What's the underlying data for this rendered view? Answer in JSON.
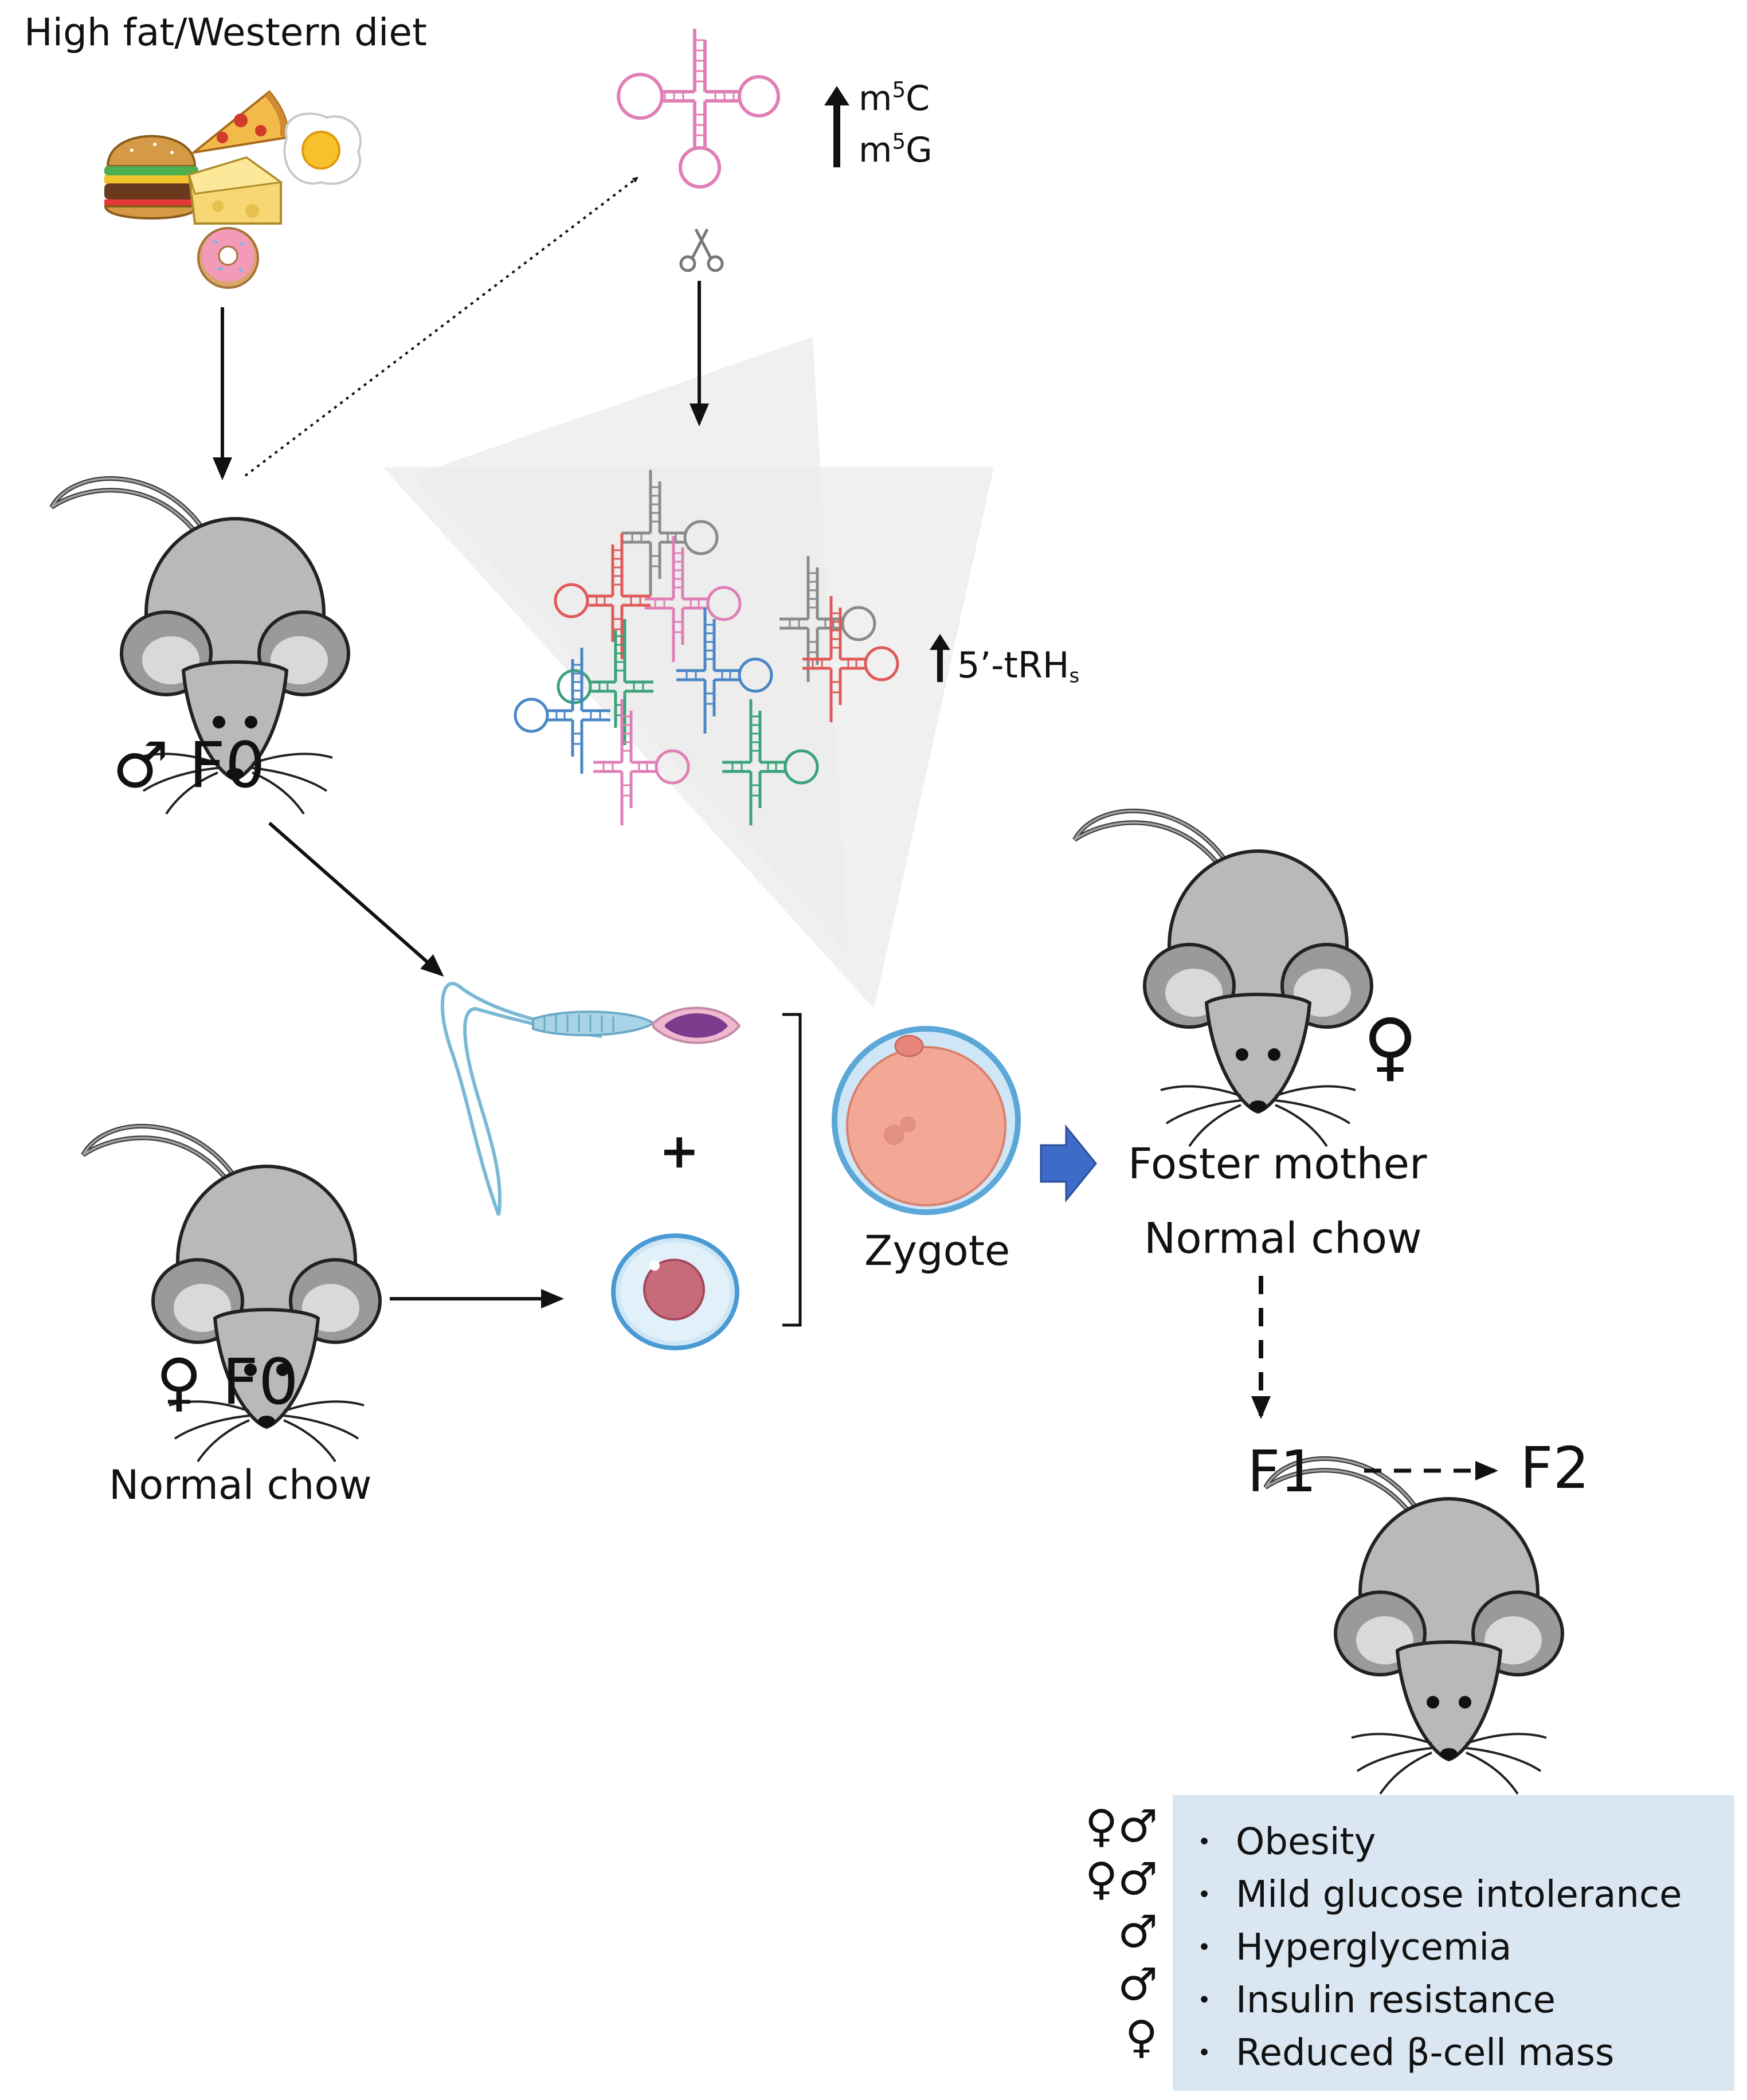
{
  "diet_label": "High fat/Western diet",
  "modifications": [
    "m5C",
    "m5G"
  ],
  "modification_parts": [
    {
      "base": "m",
      "sup": "5",
      "tail": "C"
    },
    {
      "base": "m",
      "sup": "5",
      "tail": "G"
    }
  ],
  "trh_label": {
    "main": "5’-tRH",
    "sub": "s"
  },
  "male_f0": {
    "symbol": "♂",
    "label": "F0"
  },
  "female_f0": {
    "symbol": "♀",
    "label": "F0",
    "diet": "Normal chow"
  },
  "plus": "+",
  "zygote": "Zygote",
  "foster": {
    "symbol": "♀",
    "title": "Foster mother",
    "diet": "Normal chow"
  },
  "generations": {
    "f1": "F1",
    "f2": "F2"
  },
  "outcomes": [
    {
      "symbols": "♀♂",
      "bullet": "•",
      "text": "Obesity"
    },
    {
      "symbols": "♀♂",
      "bullet": "•",
      "text": "Mild glucose intolerance"
    },
    {
      "symbols": "♂",
      "bullet": "•",
      "text": "Hyperglycemia"
    },
    {
      "symbols": "♂",
      "bullet": "•",
      "text": "Insulin resistance"
    },
    {
      "symbols": "♀",
      "bullet": "•",
      "text": "Reduced β-cell mass"
    }
  ],
  "colors": {
    "mouse_body": "#b9b9b9",
    "trna_pink": "#e07fb6",
    "trna_red": "#e05a5a",
    "trna_blue": "#4a86c5",
    "trna_green": "#3aa37a",
    "trna_gray": "#8a8a8a",
    "outcome_box": "#dbe6f3",
    "arrow_blue": "#3d6cc8"
  }
}
